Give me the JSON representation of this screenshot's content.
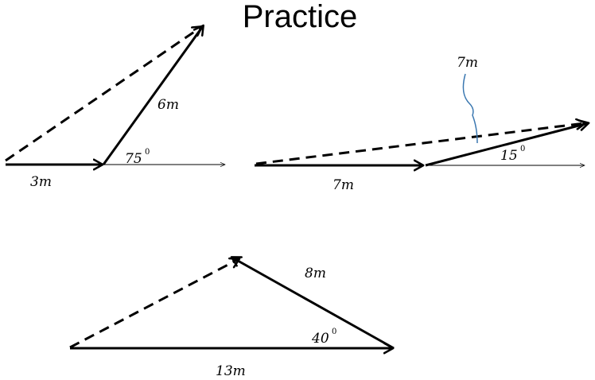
{
  "title": "Practice",
  "colors": {
    "ink": "#000000",
    "callout": "#3a77b0",
    "background": "#ffffff"
  },
  "diagrams": [
    {
      "labels": {
        "vector_a": "3m",
        "vector_b": "6m",
        "angle": "75",
        "degree_symbol": "0"
      }
    },
    {
      "labels": {
        "vector_a": "7m",
        "vector_b": "7m",
        "angle": "15",
        "degree_symbol": "0"
      }
    },
    {
      "labels": {
        "vector_a": "13m",
        "vector_b": "8m",
        "angle": "40",
        "degree_symbol": "0"
      }
    }
  ]
}
